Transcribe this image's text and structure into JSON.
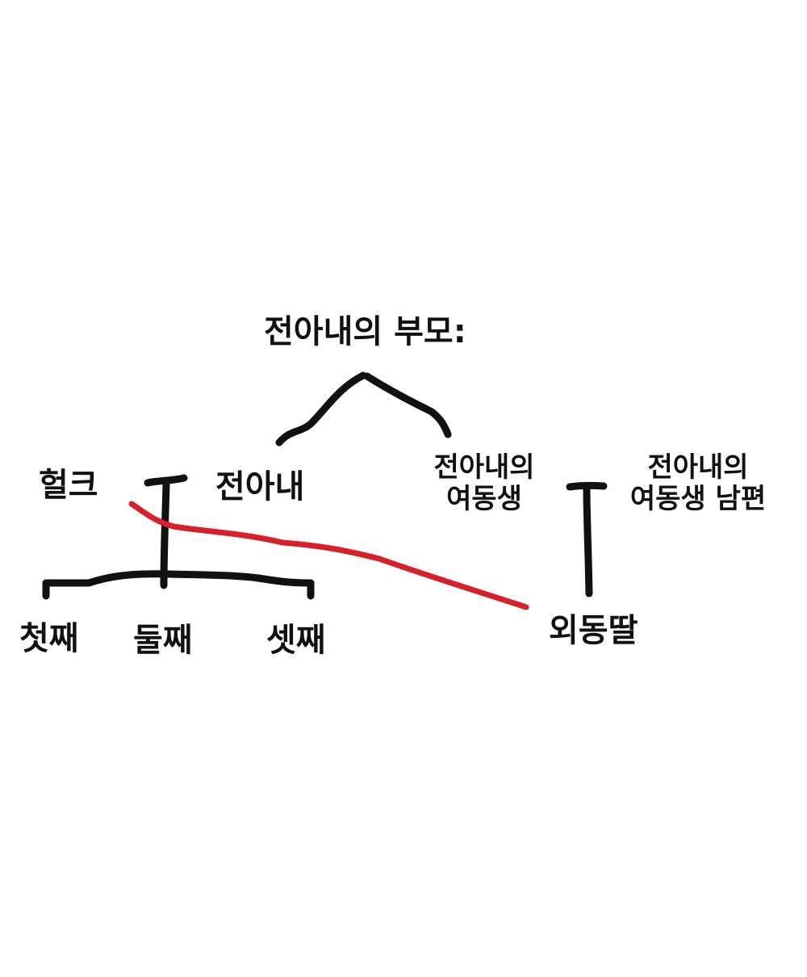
{
  "title": "전아내의 부모:",
  "nodes": {
    "hulk": "헐크",
    "ex_wife": "전아내",
    "ex_wife_sister_l1": "전아내의",
    "ex_wife_sister_l2": "여동생",
    "sister_husband_l1": "전아내의",
    "sister_husband_l2": "여동생 남편",
    "child1": "첫째",
    "child2": "둘째",
    "child3": "셋째",
    "only_daughter": "외동딸"
  },
  "colors": {
    "line": "#111111",
    "highlight": "#d8202a",
    "background": "#ffffff"
  }
}
